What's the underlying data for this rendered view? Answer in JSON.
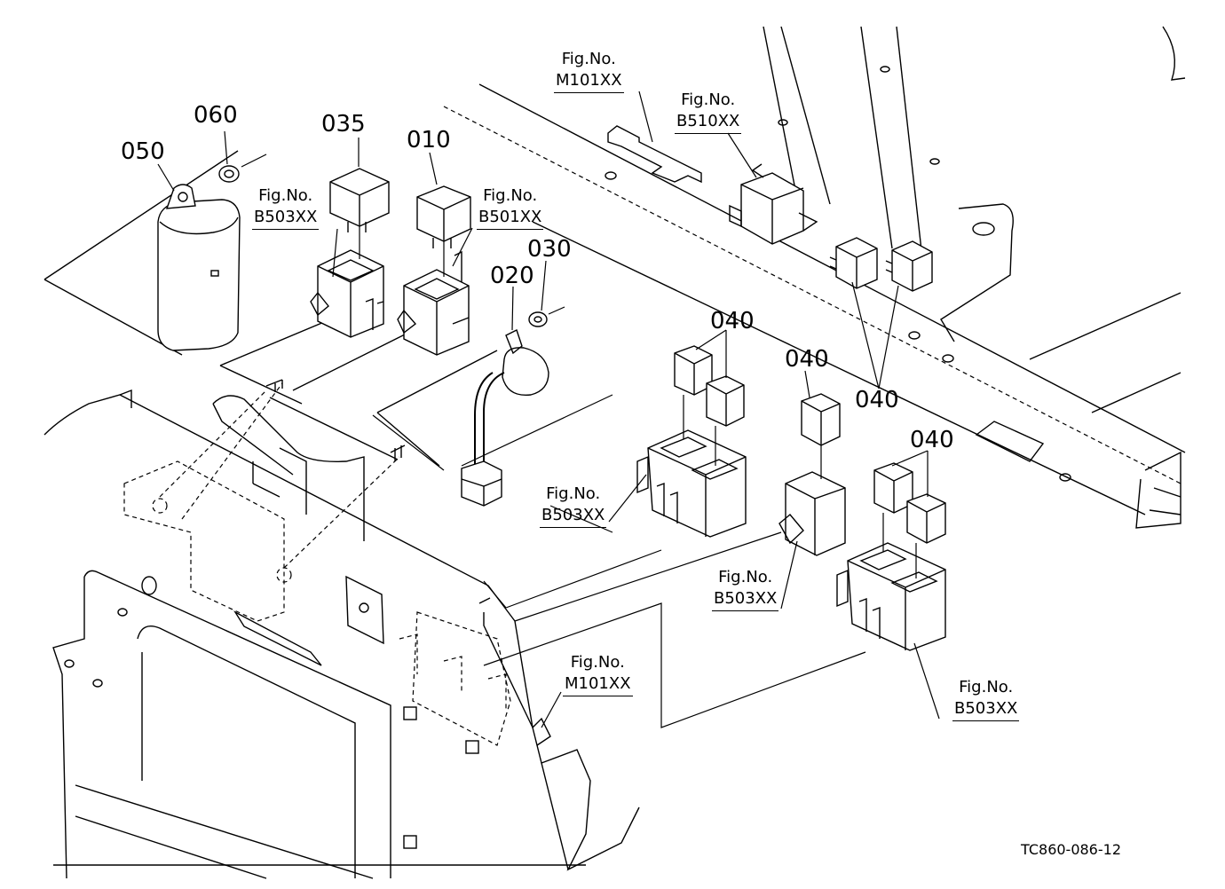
{
  "parts": {
    "p050": "050",
    "p060": "060",
    "p035": "035",
    "p010": "010",
    "p030": "030",
    "p020": "020",
    "p040_a": "040",
    "p040_b": "040",
    "p040_c": "040",
    "p040_d": "040"
  },
  "figure_refs": {
    "fig_label": "Fig.No.",
    "m101_top": "M101XX",
    "b510": "B510XX",
    "b503_top": "B503XX",
    "b501": "B501XX",
    "b503_left": "B503XX",
    "b503_mid": "B503XX",
    "m101_bottom": "M101XX",
    "b503_right": "B503XX"
  },
  "drawing_id": "TC860-086-12"
}
